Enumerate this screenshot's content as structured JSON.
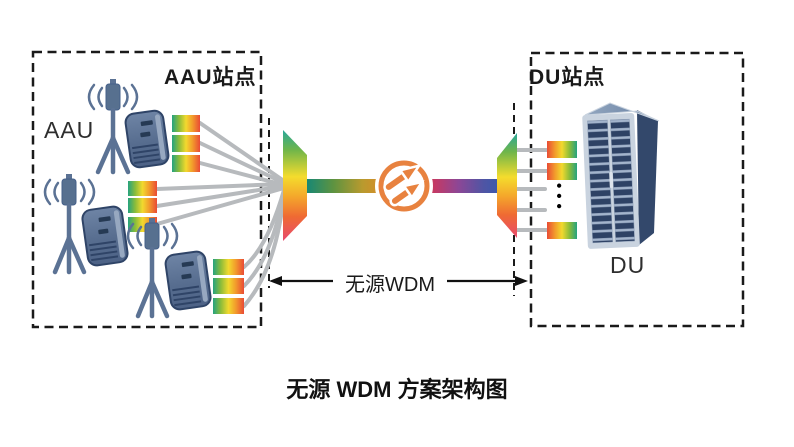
{
  "caption": "无源 WDM 方案架构图",
  "link": {
    "label": "无源WDM"
  },
  "aau_site": {
    "title": "AAU站点",
    "device_label": "AAU",
    "aau_count": 3,
    "wavelength_blocks_per_aau": 3
  },
  "du_site": {
    "title": "DU站点",
    "device_label": "DU",
    "visible_wavelength_blocks": 3,
    "more_channels_ellipsis": "•••"
  },
  "icons": {
    "mux": "rainbow-prism-mux-icon",
    "demux": "rainbow-prism-demux-icon",
    "fiber_link": "orange-circle-double-arrow-icon",
    "antenna": "antenna-radio-waves-icon",
    "aau_unit": "radio-unit-icon",
    "du_cabinet": "server-cabinet-icon"
  },
  "colors": {
    "accent_orange": "#e8823f",
    "fiber_gray": "#b7babd",
    "device_blue": "#5e7494",
    "cabinet_navy": "#2e4265",
    "dash_black": "#1a1a1a",
    "spectrum": [
      "#128778",
      "#8bbc3a",
      "#f2d92e",
      "#f29c2c",
      "#e05a35",
      "#d8344f",
      "#8c4796",
      "#3f58ab"
    ]
  }
}
